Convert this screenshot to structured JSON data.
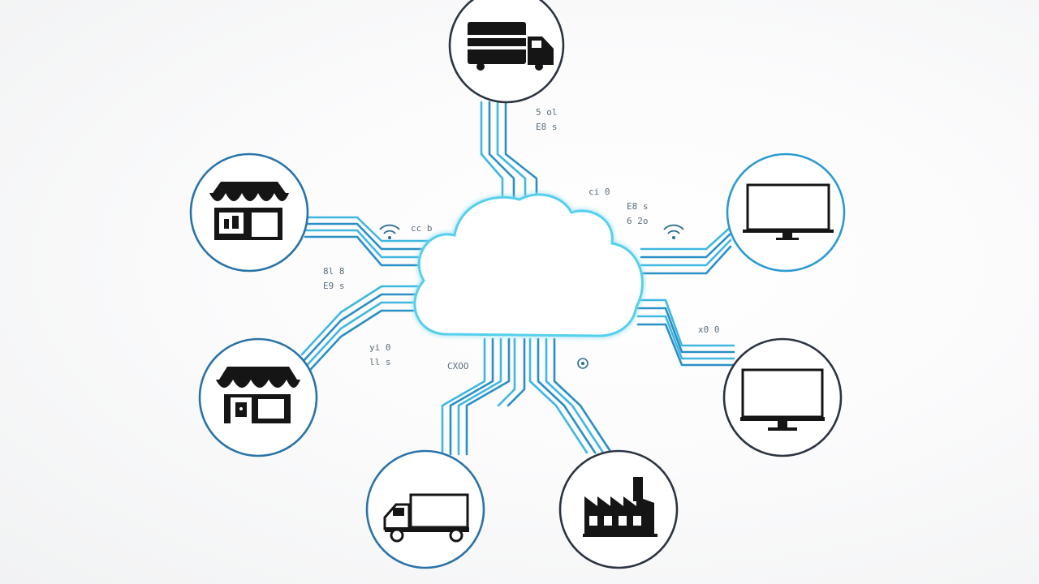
{
  "colors": {
    "trace": "#3fb7e0",
    "trace_dark": "#2a8fc4",
    "cloud_stroke": "#54d0ec",
    "ring_blue": "#2a73a8",
    "ring_dark": "#2b3440",
    "icon": "#151515",
    "background": "#f6f7f8"
  },
  "hub": {
    "icon": "cloud-icon"
  },
  "nodes": [
    {
      "id": "truck-top",
      "icon": "box-truck-icon"
    },
    {
      "id": "store-upper-left",
      "icon": "storefront-icon"
    },
    {
      "id": "monitor-upper-right",
      "icon": "monitor-icon"
    },
    {
      "id": "store-lower-left",
      "icon": "storefront-icon"
    },
    {
      "id": "monitor-lower-right",
      "icon": "monitor-icon"
    },
    {
      "id": "truck-bottom",
      "icon": "delivery-truck-icon"
    },
    {
      "id": "factory-bottom",
      "icon": "factory-icon"
    }
  ],
  "annotations": [
    {
      "text": "CXOO"
    },
    {
      "text": "5 ol"
    },
    {
      "text": "E8 s"
    },
    {
      "text": "cc b"
    },
    {
      "text": "E8 s"
    },
    {
      "text": "6 2o"
    },
    {
      "text": "8l 8"
    },
    {
      "text": "E9 s"
    },
    {
      "text": "yi 0"
    },
    {
      "text": "x0 0"
    },
    {
      "text": "ll s"
    },
    {
      "text": "ci 0"
    }
  ]
}
